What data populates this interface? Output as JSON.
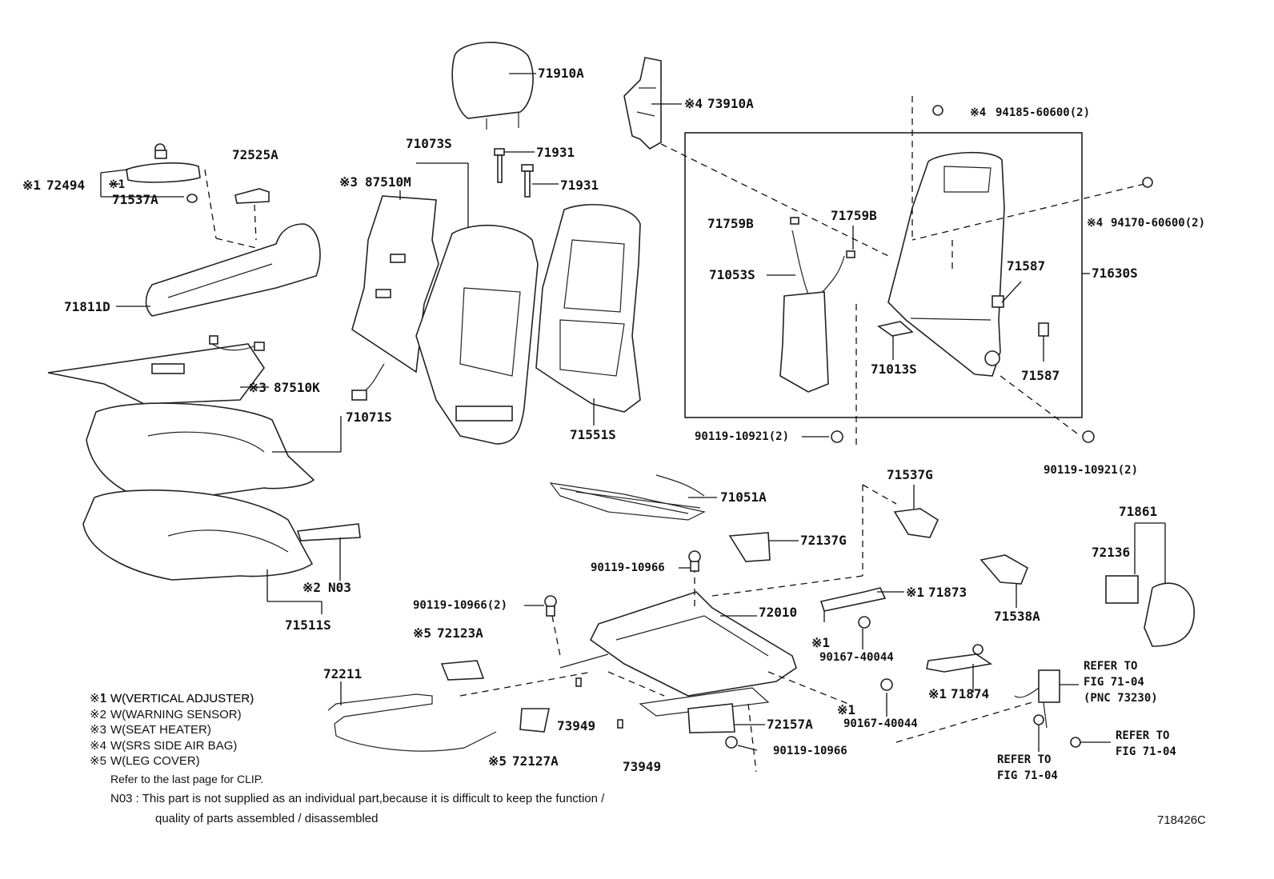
{
  "callouts": {
    "p71910A": "71910A",
    "p73910A": "73910A",
    "p94185": "94185-60600(2)",
    "p72525A": "72525A",
    "p71073S": "71073S",
    "p71931a": "71931",
    "p71931b": "71931",
    "p72494": "72494",
    "p71537A": "71537A",
    "p87510M": "87510M",
    "p71759Ba": "71759B",
    "p71759Bb": "71759B",
    "p94170": "94170-60600(2)",
    "p71053S": "71053S",
    "p71587a": "71587",
    "p71630S": "71630S",
    "p71811D": "71811D",
    "p71013S": "71013S",
    "p71587b": "71587",
    "p87510K": "87510K",
    "p71071S": "71071S",
    "p71551S": "71551S",
    "p90119_10921a": "90119-10921(2)",
    "p90119_10921b": "90119-10921(2)",
    "p71537G": "71537G",
    "p71051A": "71051A",
    "p71861": "71861",
    "p72137G": "72137G",
    "p72136": "72136",
    "p90119_10966a": "90119-10966",
    "pN03": "N03",
    "p71873": "71873",
    "p71538A": "71538A",
    "p90119_10966b": "90119-10966(2)",
    "p72010": "72010",
    "p71511S": "71511S",
    "p72123A": "72123A",
    "p90167_40044a": "90167-40044",
    "p72211": "72211",
    "p71874": "71874",
    "p90167_40044b": "90167-40044",
    "p73949a": "73949",
    "p72157A": "72157A",
    "p90119_10966c": "90119-10966",
    "p72127A": "72127A",
    "p73949b": "73949"
  },
  "markers": {
    "m4_73910A": "※4",
    "m4_94185": "※4",
    "m1_72494": "※1",
    "m1_71537A": "※1",
    "m3_87510M": "※3",
    "m4_94170": "※4",
    "m3_87510K": "※3",
    "m2_N03": "※2",
    "m1_71873": "※1",
    "m5_72123A": "※5",
    "m1_90167a": "※1",
    "m1_71874": "※1",
    "m1_90167b": "※1",
    "m5_72127A": "※5"
  },
  "refer": {
    "r1_line1": "REFER TO",
    "r1_line2": "FIG 71-04",
    "r1_line3": "(PNC 73230)",
    "r2_line1": "REFER TO",
    "r2_line2": "FIG 71-04",
    "r3_line1": "REFER TO",
    "r3_line2": "FIG 71-04"
  },
  "legend": [
    {
      "mark": "※1",
      "text": "W(VERTICAL ADJUSTER)"
    },
    {
      "mark": "※2",
      "text": "W(WARNING SENSOR)"
    },
    {
      "mark": "※3",
      "text": "W(SEAT HEATER)"
    },
    {
      "mark": "※4",
      "text": "W(SRS SIDE AIR BAG)"
    },
    {
      "mark": "※5",
      "text": "W(LEG COVER)"
    }
  ],
  "notes": {
    "clip": "Refer to the last page for CLIP.",
    "n03_line1": "N03 : This part is not supplied as an individual part,because it is difficult to keep the function /",
    "n03_line2": "quality of parts assembled / disassembled"
  },
  "figure_id": "718426C"
}
